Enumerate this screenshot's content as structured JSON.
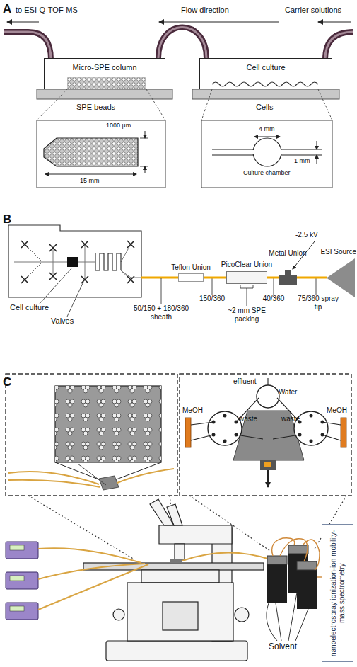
{
  "diagram": {
    "nodes": [
      {
        "text": [
          "Micro-SPE column"
        ]
      },
      {
        "text": [
          "Cell culture"
        ]
      },
      {
        "text": [
          "Teflon Union"
        ]
      },
      {
        "text": [
          "PicoClear Union"
        ]
      },
      {
        "text": [
          "Metal Union"
        ]
      },
      {
        "text": [
          "ESI Source"
        ]
      },
      {
        "text": [
          "nanoelectrospray ionization-ion mobility-mass spectrometry"
        ]
      }
    ],
    "edges": [
      {
        "from": 1,
        "to": 0,
        "arrow": "none"
      },
      {
        "from": 2,
        "to": 3,
        "arrow": "none"
      },
      {
        "from": 3,
        "to": 4,
        "arrow": "none"
      },
      {
        "from": 4,
        "to": 5,
        "arrow": "none"
      }
    ],
    "labels": [
      "A",
      "to ESI-Q-TOF-MS",
      "Flow direction",
      "Carrier solutions",
      "SPE beads",
      "Cells",
      "1000 µm",
      "15 mm",
      "4 mm",
      "Culture chamber",
      "1 mm",
      "B",
      "Cell culture",
      "Valves",
      "50/150 + 180/360 sheath",
      "150/360",
      "~2 mm SPE packing",
      "40/360",
      "-2.5 kV",
      "75/360 spray tip",
      "C",
      "effluent",
      "Water",
      "MeOH",
      "waste",
      "waste",
      "MeOH",
      "Solvent"
    ]
  }
}
